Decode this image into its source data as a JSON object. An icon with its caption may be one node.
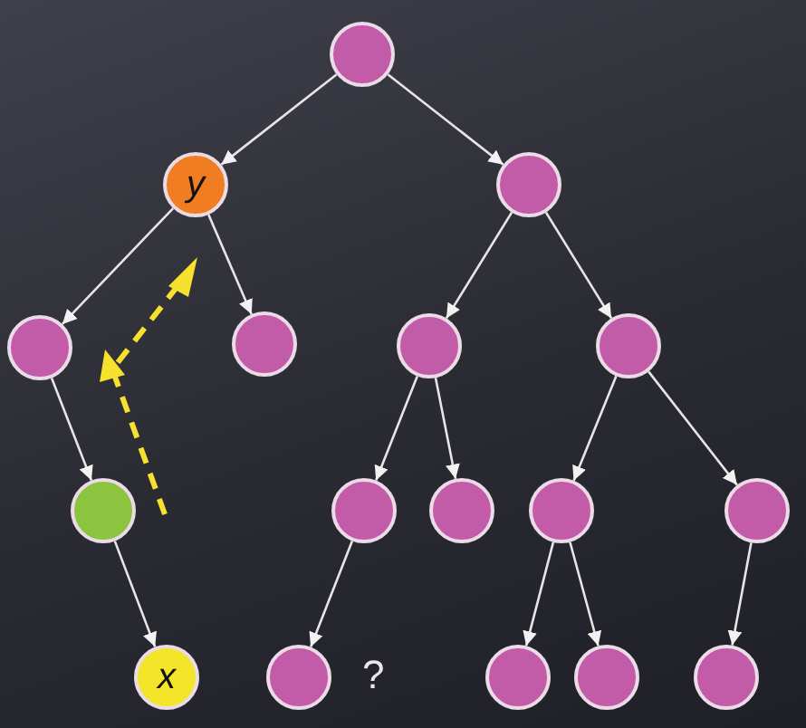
{
  "diagram": {
    "nodes": [
      {
        "text": [],
        "shape": "circle"
      },
      {
        "text": [
          "y"
        ]
      },
      {
        "text": [],
        "shape": "circle"
      },
      {
        "text": [],
        "shape": "circle"
      },
      {
        "text": [],
        "shape": "circle"
      },
      {
        "text": [],
        "shape": "circle"
      },
      {
        "text": [],
        "shape": "circle"
      },
      {
        "text": [],
        "shape": "circle"
      },
      {
        "text": [],
        "shape": "circle"
      },
      {
        "text": [],
        "shape": "circle"
      },
      {
        "text": [],
        "shape": "circle"
      },
      {
        "text": [],
        "shape": "circle"
      },
      {
        "text": [
          "x"
        ]
      },
      {
        "text": [],
        "shape": "circle"
      },
      {
        "text": [],
        "shape": "circle"
      },
      {
        "text": [],
        "shape": "circle"
      },
      {
        "text": [],
        "shape": "circle"
      }
    ],
    "edges": [
      {
        "from": 0,
        "to": 1,
        "arrow": "to"
      },
      {
        "from": 0,
        "to": 2,
        "arrow": "to"
      },
      {
        "from": 1,
        "to": 3,
        "arrow": "to"
      },
      {
        "from": 1,
        "to": 4,
        "arrow": "to"
      },
      {
        "from": 2,
        "to": 5,
        "arrow": "to"
      },
      {
        "from": 2,
        "to": 6,
        "arrow": "to"
      },
      {
        "from": 3,
        "to": 7,
        "arrow": "to"
      },
      {
        "from": 7,
        "to": 12,
        "arrow": "to"
      },
      {
        "from": 5,
        "to": 8,
        "arrow": "to"
      },
      {
        "from": 5,
        "to": 9,
        "arrow": "to"
      },
      {
        "from": 6,
        "to": 10,
        "arrow": "to"
      },
      {
        "from": 6,
        "to": 11,
        "arrow": "to"
      },
      {
        "from": 8,
        "to": 13,
        "arrow": "to"
      },
      {
        "from": 10,
        "to": 14,
        "arrow": "to"
      },
      {
        "from": 10,
        "to": 15,
        "arrow": "to"
      },
      {
        "from": 11,
        "to": 16,
        "arrow": "to"
      }
    ],
    "labels": [
      "?"
    ]
  }
}
